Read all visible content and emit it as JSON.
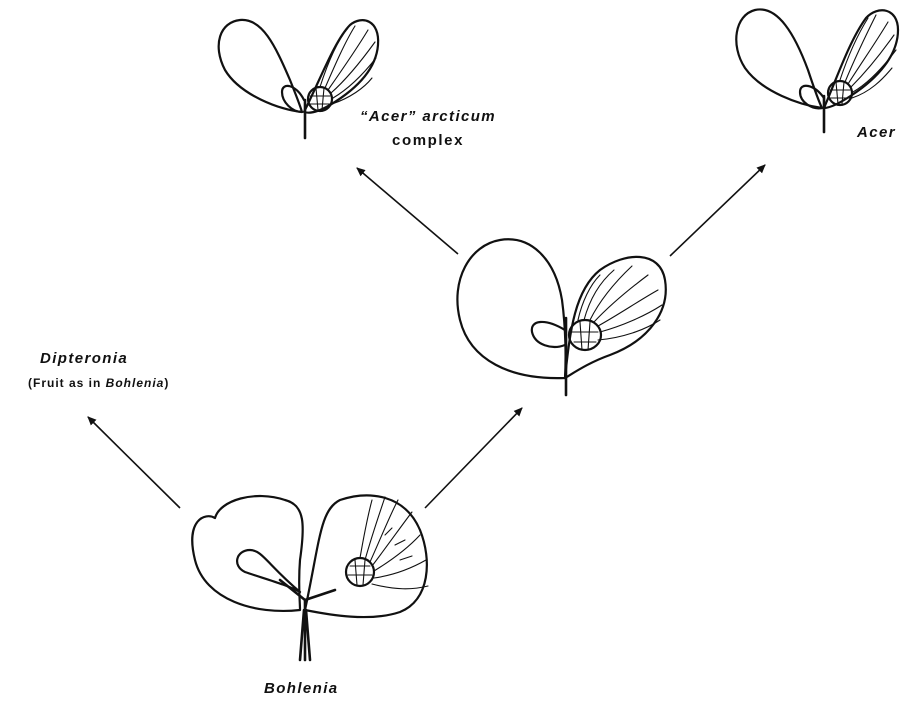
{
  "labels": {
    "acer_arcticum": "“Acer” arcticum",
    "acer_arcticum_sub": "complex",
    "acer": "Acer",
    "dipteronia": "Dipteronia",
    "dipteronia_note_prefix": "(Fruit as in ",
    "dipteronia_note_genus": "Bohlenia",
    "dipteronia_note_suffix": ")",
    "bohlenia": "Bohlenia"
  }
}
